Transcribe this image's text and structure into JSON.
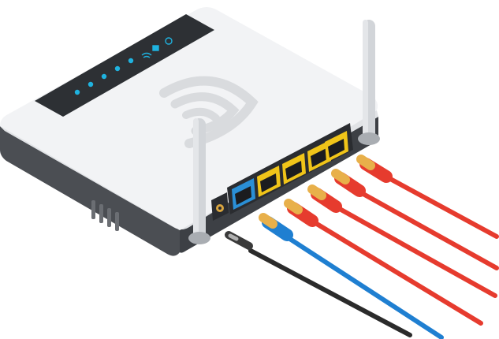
{
  "illustration": {
    "subject": "wireless-router",
    "colors": {
      "background": "#ffffff",
      "body_top": "#f2f3f5",
      "body_side": "#4b4e53",
      "body_side_dark": "#36393d",
      "panel": "#2d3034",
      "led": "#1fb3e0",
      "wifi_logo": "#d9dbde",
      "antenna": "#d2d5d9",
      "port_wan": "#2a8fd6",
      "port_lan": "#f0c419",
      "cable_red": "#e63b2e",
      "cable_blue": "#1f7fd1",
      "cable_black": "#2b2b2b",
      "plug_gold": "#e8b04a"
    },
    "leds": [
      "power-led",
      "wan-led",
      "lan1-led",
      "lan2-led",
      "lan3-led"
    ],
    "status_icons": [
      "wifi-icon",
      "lock-icon",
      "globe-icon"
    ],
    "ports": [
      {
        "name": "wan-port",
        "color": "port_wan"
      },
      {
        "name": "lan-port-1",
        "color": "port_lan"
      },
      {
        "name": "lan-port-2",
        "color": "port_lan"
      },
      {
        "name": "lan-port-3",
        "color": "port_lan"
      },
      {
        "name": "lan-port-4",
        "color": "port_lan"
      }
    ],
    "cables": [
      {
        "name": "power-cable",
        "color": "cable_black",
        "connector": "dc-plug"
      },
      {
        "name": "wan-cable",
        "color": "cable_blue",
        "connector": "rj45"
      },
      {
        "name": "lan-cable-1",
        "color": "cable_red",
        "connector": "rj45"
      },
      {
        "name": "lan-cable-2",
        "color": "cable_red",
        "connector": "rj45"
      },
      {
        "name": "lan-cable-3",
        "color": "cable_red",
        "connector": "rj45"
      },
      {
        "name": "lan-cable-4",
        "color": "cable_red",
        "connector": "rj45"
      }
    ],
    "antennas": [
      "antenna-left",
      "antenna-right"
    ]
  }
}
